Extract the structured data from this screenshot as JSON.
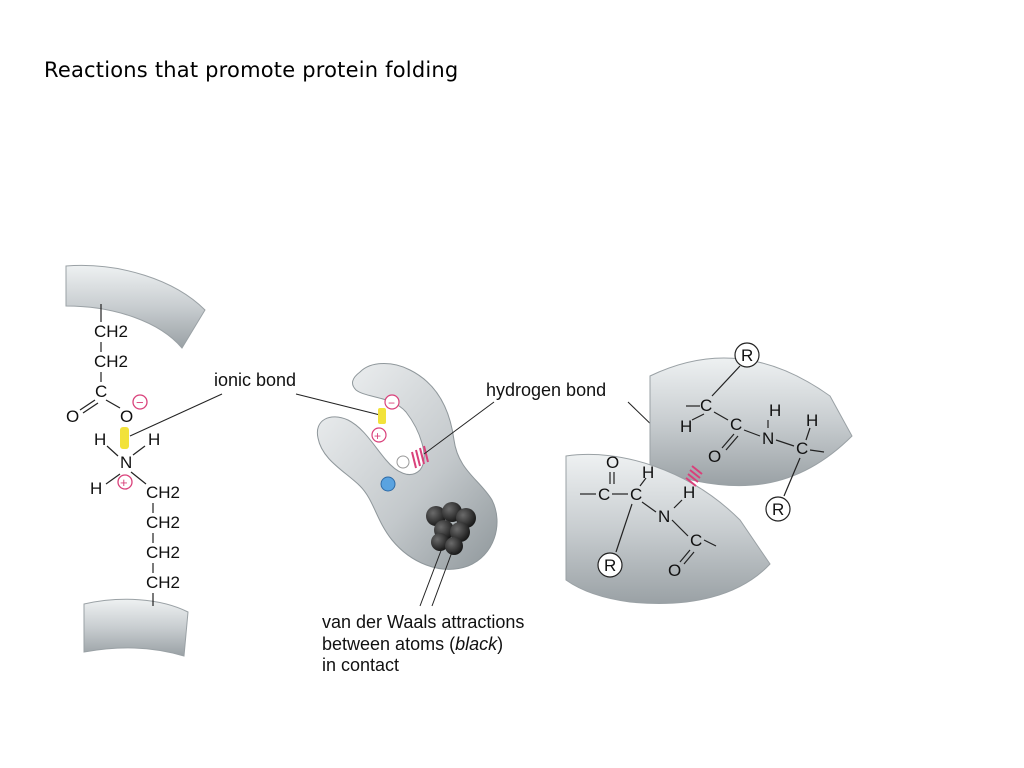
{
  "title": "Reactions that promote protein folding",
  "labels": {
    "ionic": "ionic bond",
    "hydrogen": "hydrogen bond",
    "vdw_line1": "van der Waals attractions",
    "vdw_line2_pre": "between atoms (",
    "vdw_line2_em": "black",
    "vdw_line2_post": ")",
    "vdw_line3": "in contact"
  },
  "left_molecule": {
    "top_chain": [
      "CH2",
      "CH2",
      "C",
      "O",
      "O"
    ],
    "amine": [
      "H",
      "N",
      "H",
      "H"
    ],
    "bottom_chain": [
      "CH2",
      "CH2",
      "CH2",
      "CH2"
    ]
  },
  "right_molecule": {
    "r_groups": [
      "R",
      "R",
      "R"
    ],
    "atoms_upper": [
      "C",
      "C",
      "N",
      "C",
      "H",
      "H",
      "H",
      "O"
    ],
    "atoms_lower": [
      "O",
      "C",
      "C",
      "H",
      "N",
      "H",
      "C",
      "O"
    ]
  },
  "charges": {
    "negative": "−",
    "positive": "+"
  },
  "colors": {
    "ionic_bond": "#f2e23a",
    "hydrogen_bond": "#d9407a",
    "charge": "#d9407a",
    "backbone": "#cfd4d6",
    "vdw_atoms": "#2b2b2b"
  }
}
